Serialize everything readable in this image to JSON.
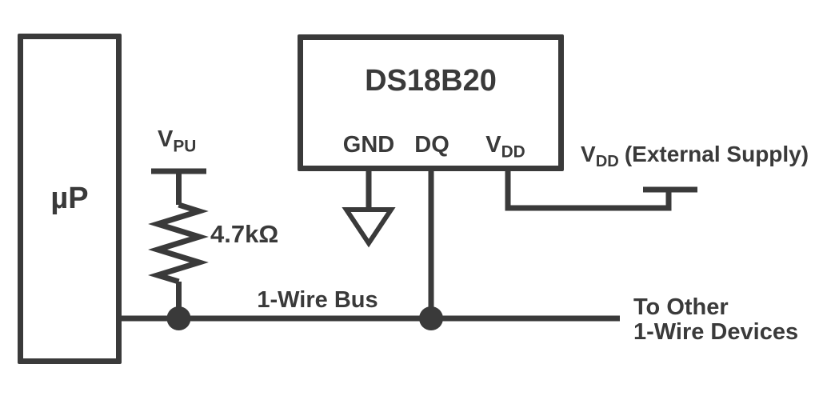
{
  "colors": {
    "ink": "#3a3a3a",
    "background": "#ffffff"
  },
  "microprocessor": {
    "label": "µP"
  },
  "sensor": {
    "title": "DS18B20",
    "pins": {
      "gnd": "GND",
      "dq": "DQ",
      "vdd_base": "V",
      "vdd_sub": "DD"
    }
  },
  "pullup": {
    "rail_base": "V",
    "rail_sub": "PU",
    "resistor_value": "4.7kΩ"
  },
  "bus": {
    "label": "1-Wire Bus",
    "continuation_line1": "To Other",
    "continuation_line2": "1-Wire Devices"
  },
  "external_supply": {
    "base": "V",
    "sub": "DD",
    "suffix": "(External Supply)"
  }
}
